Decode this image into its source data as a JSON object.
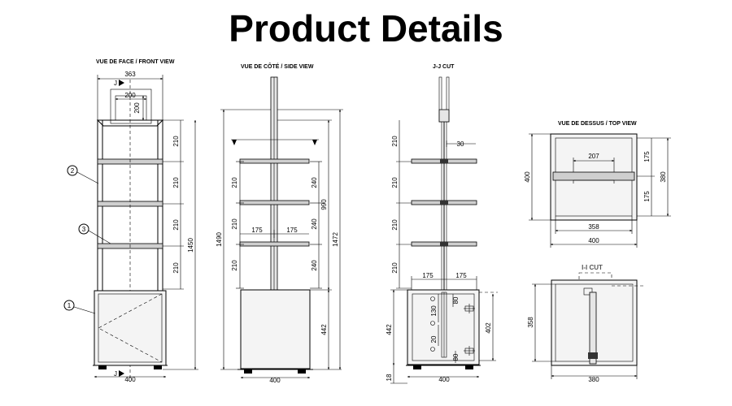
{
  "title": "Product Details",
  "views": {
    "front": "VUE DE FACE / FRONT VIEW",
    "side": "VUE DE CÔTÉ / SIDE VIEW",
    "cut": "J-J CUT",
    "top": "VUE DE DESSUS / TOP VIEW",
    "icut": "I-I CUT"
  },
  "front_view": {
    "width_top": "363",
    "sign_w": "200",
    "sign_h": "200",
    "spacings": [
      "210",
      "210",
      "210",
      "210"
    ],
    "total_height": "1450",
    "base_width": "400",
    "cut_marker": "J",
    "callouts": [
      "2",
      "3",
      "1"
    ]
  },
  "side_view": {
    "spacings_left": [
      "210",
      "210",
      "210"
    ],
    "spacings_right": [
      "240",
      "240",
      "240"
    ],
    "half_depth_left": "175",
    "half_depth_right": "175",
    "height_990": "990",
    "total_height_left": "1490",
    "total_height_right": "1472",
    "cabinet_height": "442",
    "base_width": "400"
  },
  "jj_cut": {
    "pole_offset": "30",
    "spacings": [
      "210",
      "210",
      "210",
      "210"
    ],
    "half_left": "175",
    "half_right": "175",
    "d130": "130",
    "d80a": "80",
    "d20": "20",
    "d80b": "80",
    "cab_height": "442",
    "inner_height": "402",
    "foot": "18",
    "base_width": "400"
  },
  "top_view": {
    "inner": "207",
    "depth": "400",
    "half_a": "175",
    "half_b": "175",
    "inner_depth": "380",
    "inner_width": "358",
    "outer_width": "400"
  },
  "ii_cut": {
    "height": "358",
    "width": "380"
  }
}
